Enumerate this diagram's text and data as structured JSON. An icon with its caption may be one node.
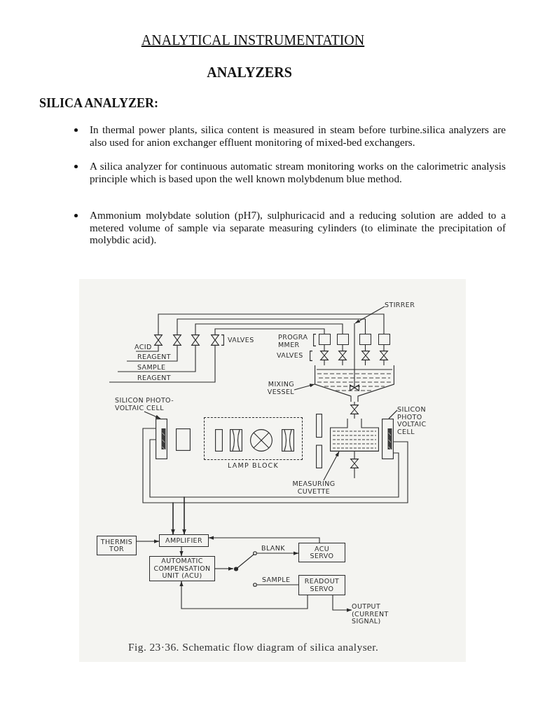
{
  "diagram": {
    "title": "ANALYTICAL INSTRUMENTATION",
    "caption": "Fig. 23·36. Schematic flow diagram of silica analyser.",
    "nodes": [
      {
        "text": [
          "STIRRER"
        ]
      },
      {
        "text": [],
        "shape": "picture"
      },
      {
        "text": [],
        "shape": "valve"
      },
      {
        "text": [],
        "shape": "valve"
      },
      {
        "text": [],
        "shape": "valve"
      },
      {
        "text": [],
        "shape": "valve"
      },
      {
        "text": [],
        "shape": "box"
      },
      {
        "text": [],
        "shape": "box"
      },
      {
        "text": [],
        "shape": "box"
      },
      {
        "text": [],
        "shape": "box"
      },
      {
        "text": [],
        "shape": "valve"
      },
      {
        "text": [],
        "shape": "valve"
      },
      {
        "text": [],
        "shape": "valve"
      },
      {
        "text": [],
        "shape": "valve"
      },
      {
        "text": [
          "MIXING VESSEL"
        ]
      },
      {
        "text": [],
        "shape": "picture"
      },
      {
        "text": [
          "SILICON PHOTO-VOLTAIC CELL"
        ]
      },
      {
        "text": [
          "SILICON PHOTO VOLTAIC CELL"
        ]
      },
      {
        "text": [],
        "shape": "valve"
      },
      {
        "text": [],
        "shape": "picture"
      },
      {
        "text": [
          "LAMP BLOCK"
        ]
      },
      {
        "text": [],
        "shape": "picture"
      },
      {
        "text": [],
        "shape": "picture"
      },
      {
        "text": [],
        "shape": "valve"
      },
      {
        "text": [
          "MEASURING CUVETTE"
        ]
      },
      {
        "text": [
          "THERMIS TOR"
        ]
      },
      {
        "text": [
          "AMPLIFIER"
        ]
      },
      {
        "text": [
          "ACU SERVO"
        ]
      },
      {
        "text": [
          "AUTOMATIC COMPENSATION UNIT (ACU)"
        ]
      },
      {
        "text": [],
        "shape": "switch"
      },
      {
        "text": [
          "READOUT SERVO"
        ]
      },
      {
        "text": [
          "OUTPUT (CURRENT SIGNAL)"
        ]
      }
    ],
    "edges": [
      {
        "from": 0,
        "to": 1,
        "arrow": "to"
      },
      {
        "from": null,
        "to": 2,
        "arrow": "none",
        "label": "ACID"
      },
      {
        "from": null,
        "to": 3,
        "arrow": "none",
        "label": "REAGENT"
      },
      {
        "from": null,
        "to": 4,
        "arrow": "none",
        "label": "SAMPLE"
      },
      {
        "from": null,
        "to": 5,
        "arrow": "none",
        "label": "REAGENT"
      },
      {
        "from": 2,
        "to": 9,
        "arrow": "none"
      },
      {
        "from": 3,
        "to": 8,
        "arrow": "none"
      },
      {
        "from": 4,
        "to": 7,
        "arrow": "none"
      },
      {
        "from": 5,
        "to": 6,
        "arrow": "none"
      },
      {
        "from": 6,
        "to": 10,
        "arrow": "none"
      },
      {
        "from": 7,
        "to": 11,
        "arrow": "none"
      },
      {
        "from": 8,
        "to": 12,
        "arrow": "none"
      },
      {
        "from": 9,
        "to": 13,
        "arrow": "none"
      },
      {
        "from": 10,
        "to": 15,
        "arrow": "none"
      },
      {
        "from": 11,
        "to": 15,
        "arrow": "none"
      },
      {
        "from": 12,
        "to": 15,
        "arrow": "none"
      },
      {
        "from": 13,
        "to": 15,
        "arrow": "none"
      },
      {
        "from": 14,
        "to": 15,
        "arrow": "to"
      },
      {
        "from": 15,
        "to": 18,
        "arrow": "none"
      },
      {
        "from": 18,
        "to": 21,
        "arrow": "none"
      },
      {
        "from": 16,
        "to": 19,
        "arrow": "to"
      },
      {
        "from": 17,
        "to": 22,
        "arrow": "none"
      },
      {
        "from": 24,
        "to": 21,
        "arrow": "to"
      },
      {
        "from": 21,
        "to": 23,
        "arrow": "none"
      },
      {
        "from": 23,
        "to": null,
        "arrow": "none"
      },
      {
        "from": 19,
        "to": 26,
        "arrow": "to"
      },
      {
        "from": 22,
        "to": 26,
        "arrow": "to"
      },
      {
        "from": 19,
        "to": 26,
        "arrow": "to"
      },
      {
        "from": 22,
        "to": 26,
        "arrow": "to"
      },
      {
        "from": 25,
        "to": 26,
        "arrow": "to"
      },
      {
        "from": 26,
        "to": 28,
        "arrow": "to"
      },
      {
        "from": 27,
        "to": 26,
        "arrow": "to"
      },
      {
        "from": 28,
        "to": 29,
        "arrow": "to"
      },
      {
        "from": 29,
        "to": 27,
        "arrow": "to",
        "label": "BLANK"
      },
      {
        "from": 29,
        "to": 30,
        "arrow": "none",
        "label": "SAMPLE"
      },
      {
        "from": 30,
        "to": 28,
        "arrow": "to"
      },
      {
        "from": 30,
        "to": 31,
        "arrow": "to"
      }
    ],
    "labels": [
      "ANALYZERS",
      "SILICA ANALYZER:",
      "In thermal power plants, silica content is measured in steam before turbine.silica analyzers are also used for anion exchanger effluent monitoring of mixed-bed exchangers.",
      "A silica analyzer for continuous automatic stream monitoring works on the calorimetric analysis principle which is based upon the well known molybdenum blue method.",
      "Ammonium molybdate solution (pH7), sulphuricacid and a reducing solution are added to a metered volume of sample via separate measuring cylinders (to eliminate the precipitation of molybdic acid).",
      "VALVES",
      "PROGRA MMER",
      "VALVES"
    ]
  }
}
